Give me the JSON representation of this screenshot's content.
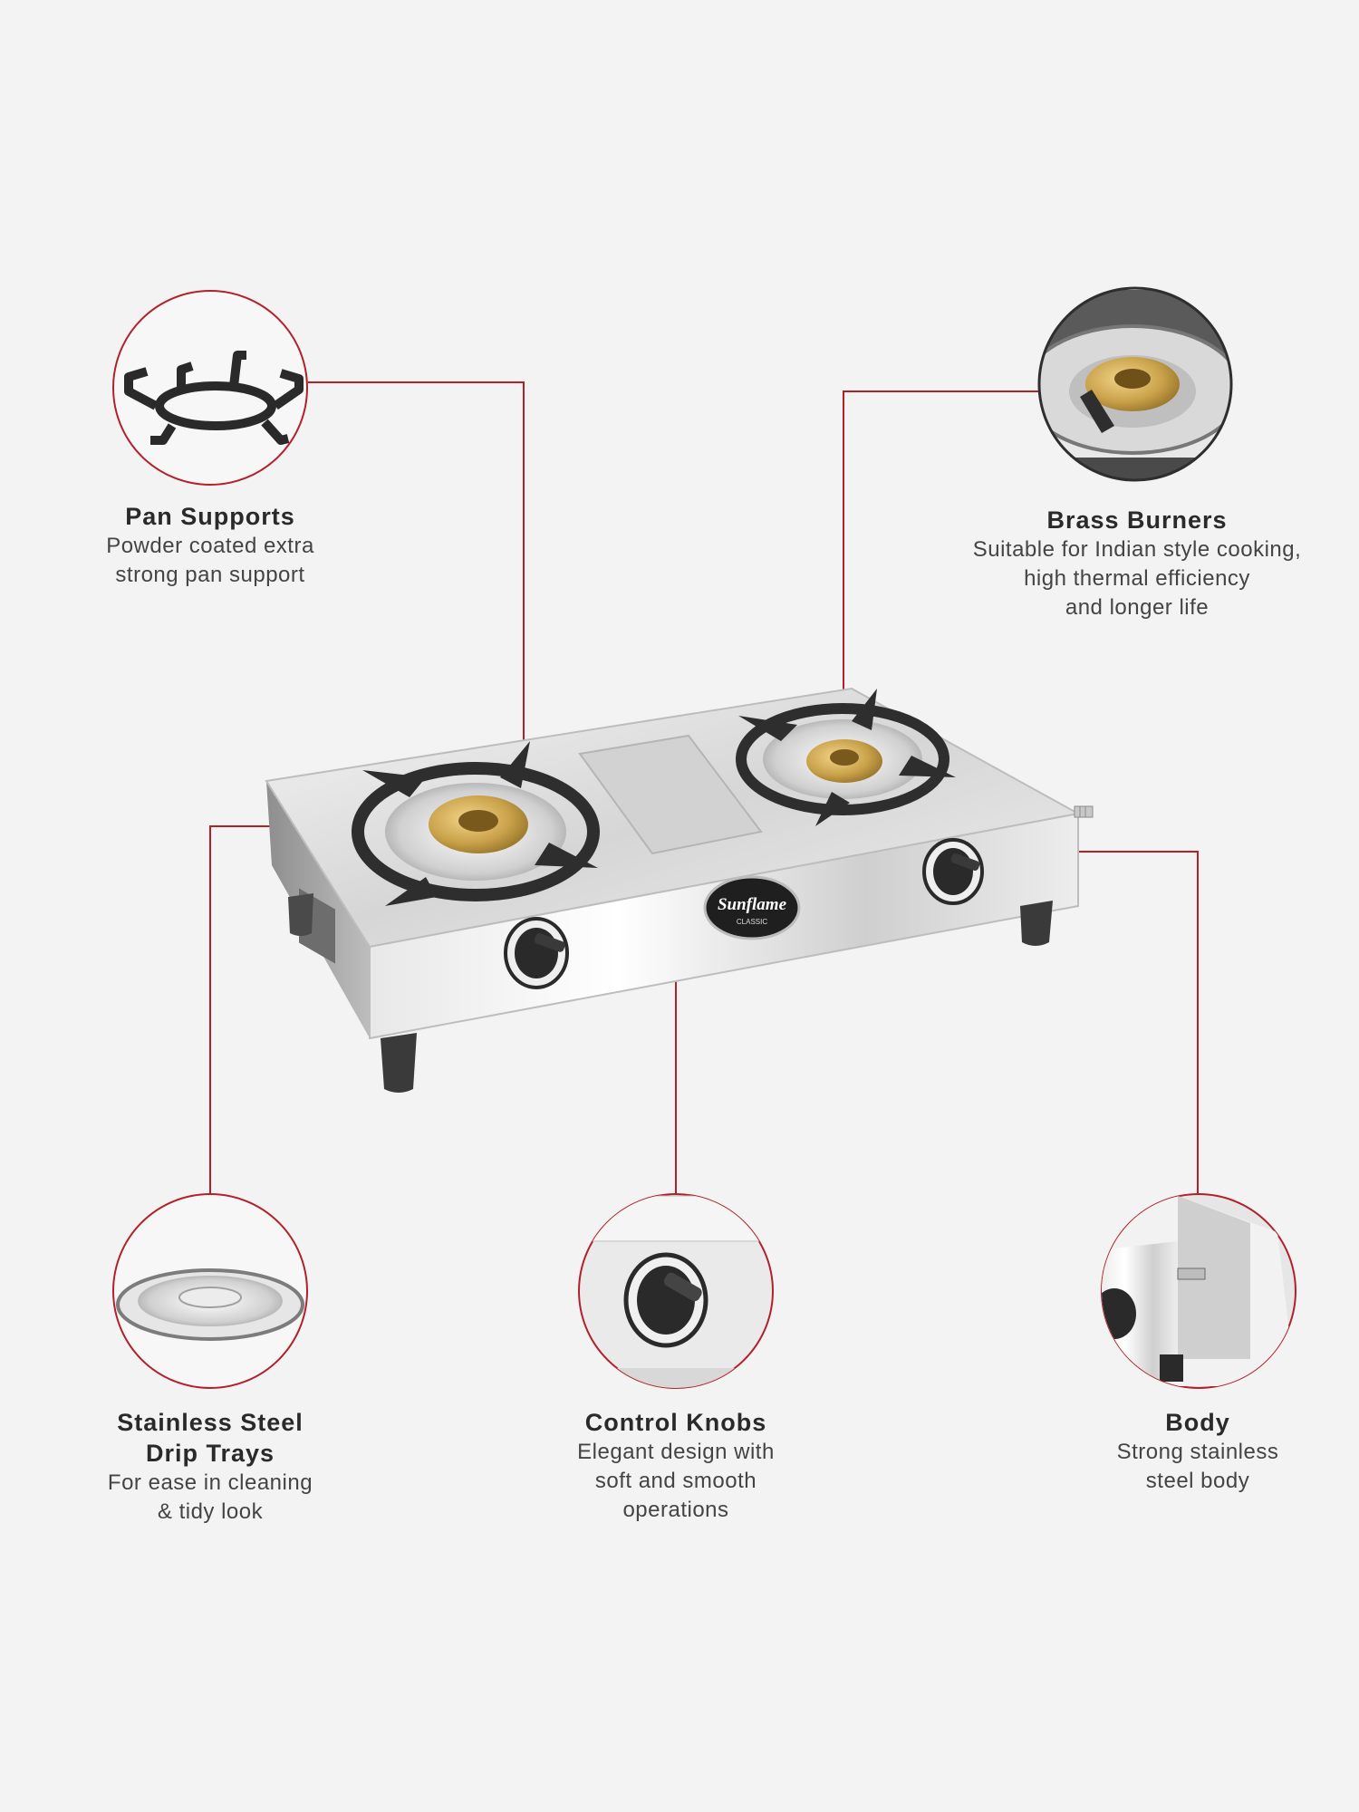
{
  "colors": {
    "background": "#f3f3f3",
    "accent_line": "#b3202a",
    "steel": "#d9d9d9",
    "brass": "#c9a14a",
    "cast_iron": "#2e2e2e"
  },
  "brand": {
    "logo_text": "Sunflame",
    "logo_subtext": "CLASSIC"
  },
  "features": {
    "pan_supports": {
      "title": "Pan Supports",
      "desc": [
        "Powder coated extra",
        "strong pan support"
      ]
    },
    "brass_burners": {
      "title": "Brass Burners",
      "desc": [
        "Suitable for Indian style cooking,",
        "high thermal efficiency",
        "and longer life"
      ]
    },
    "drip_trays": {
      "title": [
        "Stainless Steel",
        "Drip Trays"
      ],
      "desc": [
        "For ease in cleaning",
        "& tidy look"
      ]
    },
    "control_knobs": {
      "title": "Control Knobs",
      "desc": [
        "Elegant design with",
        "soft and smooth",
        "operations"
      ]
    },
    "body": {
      "title": "Body",
      "desc": [
        "Strong stainless",
        "steel body"
      ]
    }
  }
}
